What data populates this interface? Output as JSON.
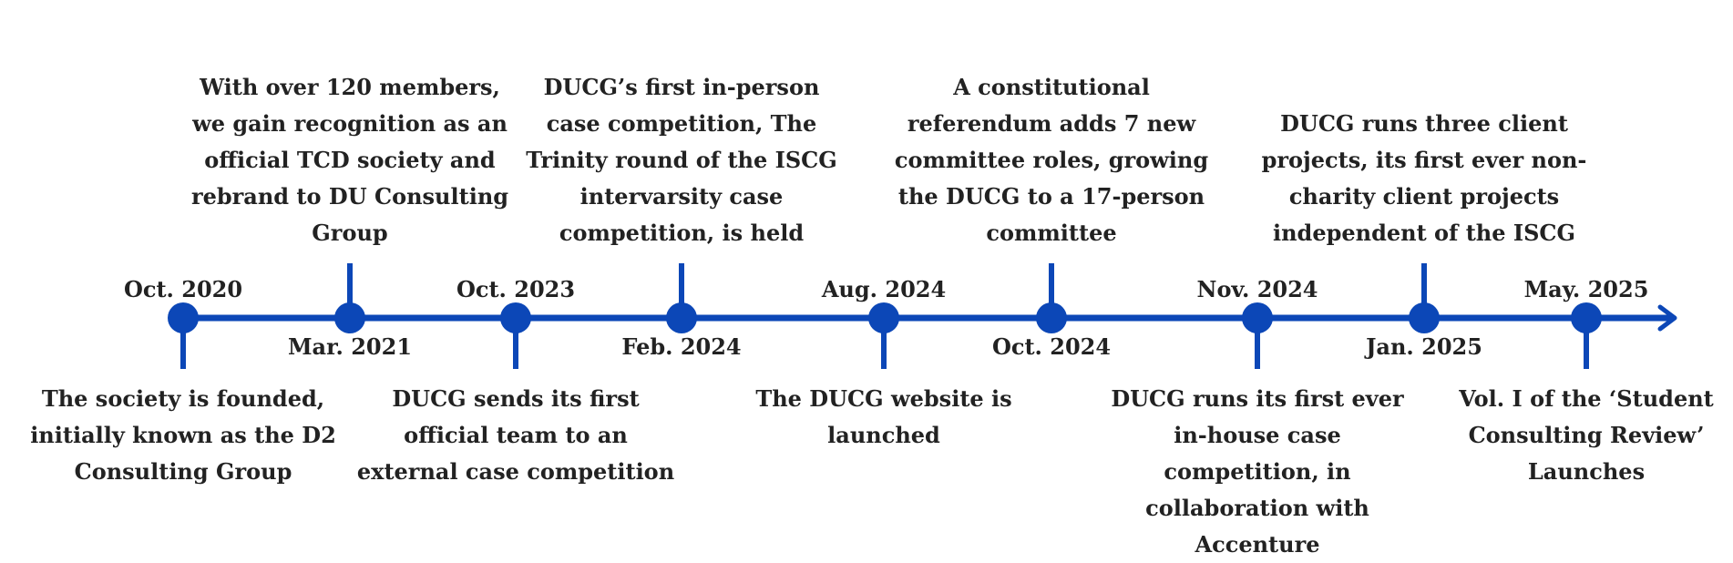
{
  "timeline": {
    "line_color": "#0c47b7",
    "events": [
      {
        "date": "Oct. 2020",
        "description": "The society is founded, initially known as the D2 Consulting Group",
        "position": "below"
      },
      {
        "date": "Mar. 2021",
        "description": "With over 120 members, we gain recognition as an official TCD society and rebrand to DU Consulting Group",
        "position": "above"
      },
      {
        "date": "Oct. 2023",
        "description": "DUCG sends its first official team to an external case competition",
        "position": "below"
      },
      {
        "date": "Feb. 2024",
        "description": "DUCG’s first in-person case competition, The Trinity round of the ISCG intervarsity case competition, is held",
        "position": "above"
      },
      {
        "date": "Aug. 2024",
        "description": "The DUCG website is launched",
        "position": "below"
      },
      {
        "date": "Oct. 2024",
        "description": "A constitutional referendum adds 7 new committee roles, growing the DUCG to a 17-person committee",
        "position": "above"
      },
      {
        "date": "Nov. 2024",
        "description": "DUCG runs its first ever in-house case competition, in collaboration with Accenture",
        "position": "below"
      },
      {
        "date": "Jan. 2025",
        "description": "DUCG runs three client projects, its first ever non-charity client projects independent of the ISCG",
        "position": "above"
      },
      {
        "date": "May. 2025",
        "description": "Vol. I of the ‘Student Consulting Review’ Launches",
        "position": "below"
      }
    ]
  }
}
